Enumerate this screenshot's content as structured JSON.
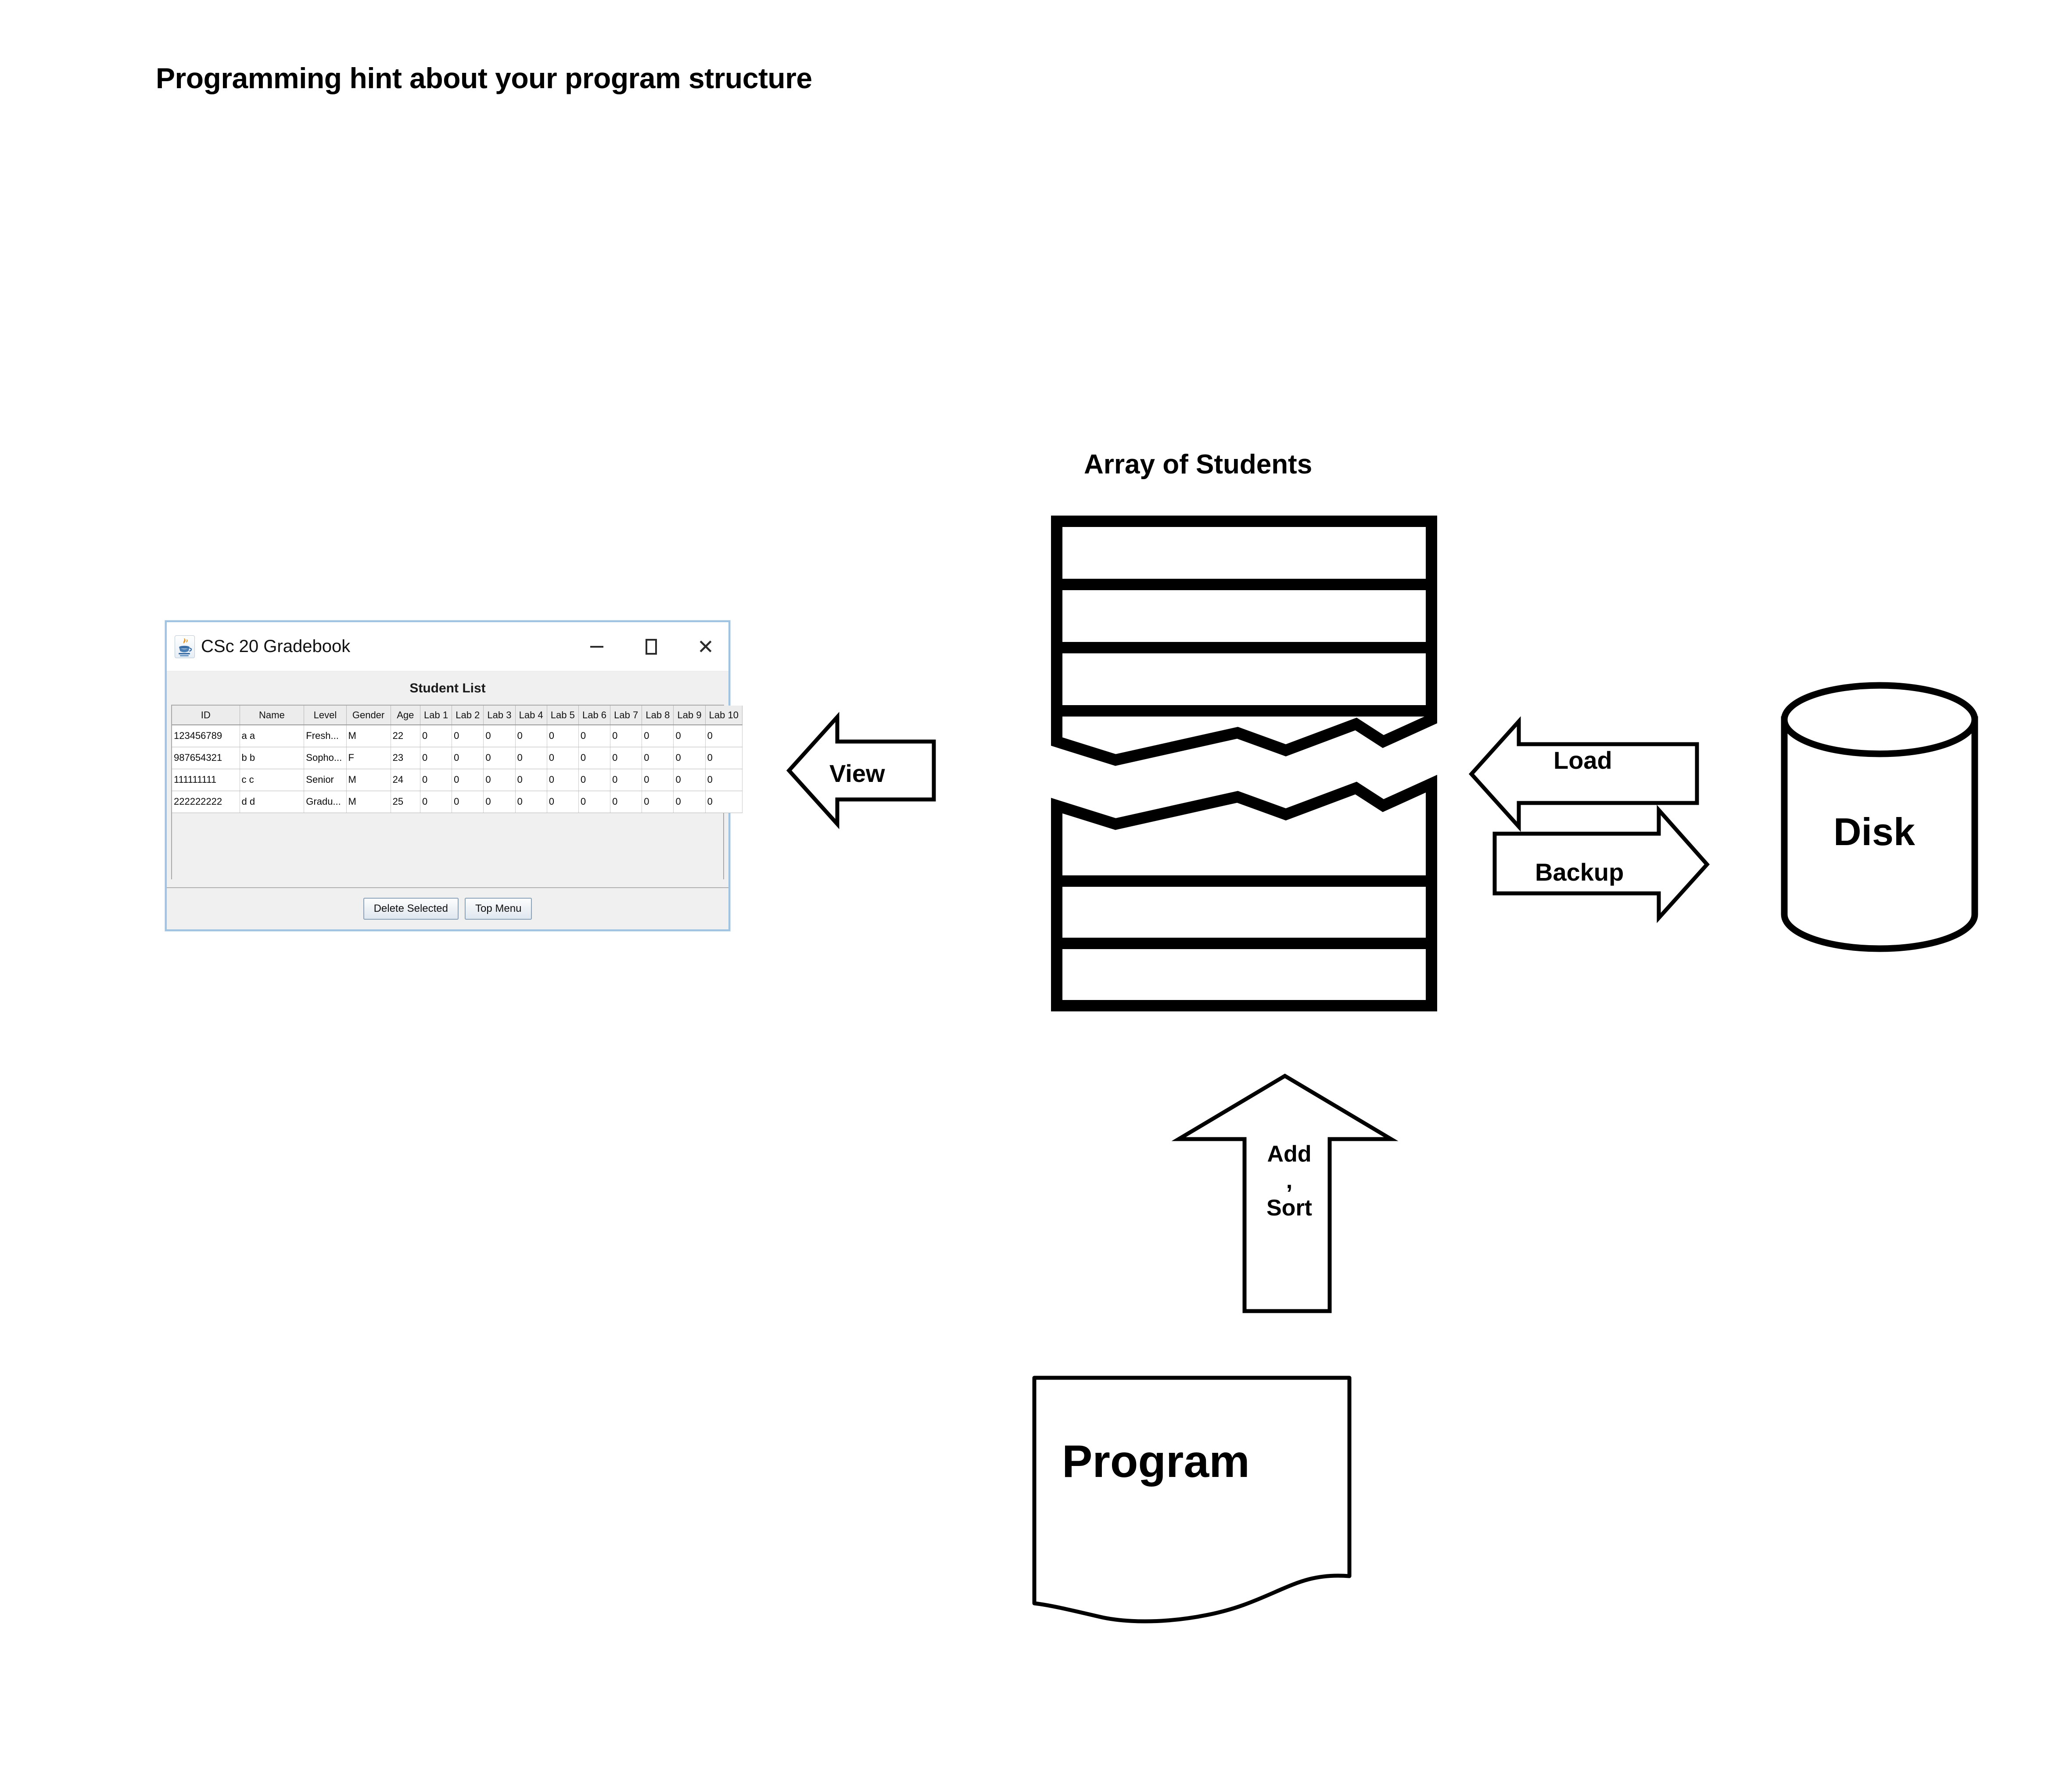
{
  "slide": {
    "title": "Programming hint about your program structure"
  },
  "gradebook_window": {
    "icon": "java-coffee-cup-icon",
    "title": "CSc 20 Gradebook",
    "controls": {
      "minimize": "minimize-icon",
      "maximize": "maximize-icon",
      "close": "close-icon"
    },
    "heading": "Student List",
    "table": {
      "columns": [
        "ID",
        "Name",
        "Level",
        "Gender",
        "Age",
        "Lab 1",
        "Lab 2",
        "Lab 3",
        "Lab 4",
        "Lab 5",
        "Lab 6",
        "Lab 7",
        "Lab 8",
        "Lab 9",
        "Lab 10"
      ],
      "rows": [
        [
          "123456789",
          "a a",
          "Fresh...",
          "M",
          "22",
          "0",
          "0",
          "0",
          "0",
          "0",
          "0",
          "0",
          "0",
          "0",
          "0"
        ],
        [
          "987654321",
          "b b",
          "Sopho...",
          "F",
          "23",
          "0",
          "0",
          "0",
          "0",
          "0",
          "0",
          "0",
          "0",
          "0",
          "0"
        ],
        [
          "111111111",
          "c c",
          "Senior",
          "M",
          "24",
          "0",
          "0",
          "0",
          "0",
          "0",
          "0",
          "0",
          "0",
          "0",
          "0"
        ],
        [
          "222222222",
          "d d",
          "Gradu...",
          "M",
          "25",
          "0",
          "0",
          "0",
          "0",
          "0",
          "0",
          "0",
          "0",
          "0",
          "0"
        ]
      ]
    },
    "buttons": {
      "delete_selected": "Delete Selected",
      "top_menu": "Top Menu"
    }
  },
  "diagram": {
    "array_title": "Array of Students",
    "view_arrow_label": "View",
    "load_arrow_label": "Load",
    "backup_arrow_label": "Backup",
    "disk_label": "Disk",
    "add_sort_label": "Add\n,\nSort",
    "program_label": "Program",
    "stroke_color": "#000000",
    "fill_color": "#ffffff"
  }
}
